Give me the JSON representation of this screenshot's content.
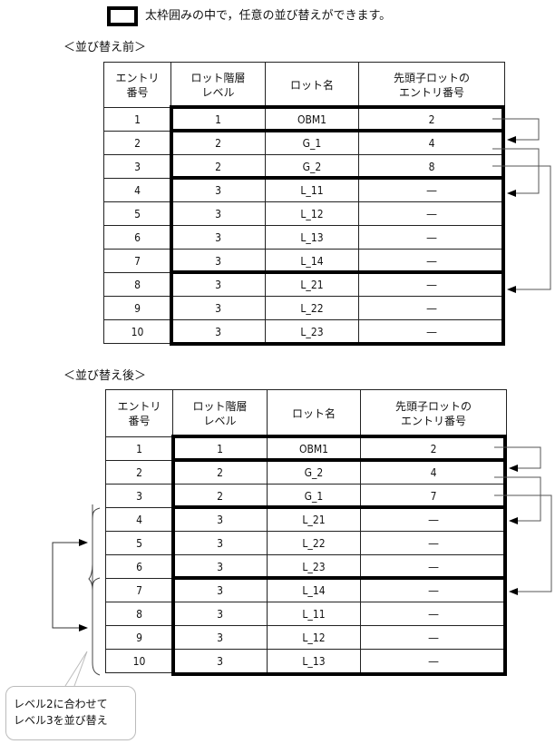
{
  "legend": {
    "text": "太枠囲みの中で，任意の並び替えができます。",
    "box_icon": "thick-border-box"
  },
  "headers": [
    "エントリ\n番号",
    "ロット階層\nレベル",
    "ロット名",
    "先頭子ロットの\nエントリ番号"
  ],
  "headers_lines": {
    "entry": [
      "エントリ",
      "番号"
    ],
    "level": [
      "ロット階層",
      "レベル"
    ],
    "name": [
      "ロット名"
    ],
    "child": [
      "先頭子ロットの",
      "エントリ番号"
    ]
  },
  "before": {
    "title": "＜並び替え前＞",
    "rows": [
      {
        "entry": "1",
        "level": "1",
        "name": "OBM1",
        "child": "2"
      },
      {
        "entry": "2",
        "level": "2",
        "name": "G_1",
        "child": "4"
      },
      {
        "entry": "3",
        "level": "2",
        "name": "G_2",
        "child": "8"
      },
      {
        "entry": "4",
        "level": "3",
        "name": "L_11",
        "child": "―"
      },
      {
        "entry": "5",
        "level": "3",
        "name": "L_12",
        "child": "―"
      },
      {
        "entry": "6",
        "level": "3",
        "name": "L_13",
        "child": "―"
      },
      {
        "entry": "7",
        "level": "3",
        "name": "L_14",
        "child": "―"
      },
      {
        "entry": "8",
        "level": "3",
        "name": "L_21",
        "child": "―"
      },
      {
        "entry": "9",
        "level": "3",
        "name": "L_22",
        "child": "―"
      },
      {
        "entry": "10",
        "level": "3",
        "name": "L_23",
        "child": "―"
      }
    ]
  },
  "after": {
    "title": "＜並び替え後＞",
    "rows": [
      {
        "entry": "1",
        "level": "1",
        "name": "OBM1",
        "child": "2"
      },
      {
        "entry": "2",
        "level": "2",
        "name": "G_2",
        "child": "4"
      },
      {
        "entry": "3",
        "level": "2",
        "name": "G_1",
        "child": "7"
      },
      {
        "entry": "4",
        "level": "3",
        "name": "L_21",
        "child": "―"
      },
      {
        "entry": "5",
        "level": "3",
        "name": "L_22",
        "child": "―"
      },
      {
        "entry": "6",
        "level": "3",
        "name": "L_23",
        "child": "―"
      },
      {
        "entry": "7",
        "level": "3",
        "name": "L_14",
        "child": "―"
      },
      {
        "entry": "8",
        "level": "3",
        "name": "L_11",
        "child": "―"
      },
      {
        "entry": "9",
        "level": "3",
        "name": "L_12",
        "child": "―"
      },
      {
        "entry": "10",
        "level": "3",
        "name": "L_13",
        "child": "―"
      }
    ]
  },
  "callout": {
    "lines": [
      "レベル2に合わせて",
      "レベル3を並び替え"
    ]
  }
}
